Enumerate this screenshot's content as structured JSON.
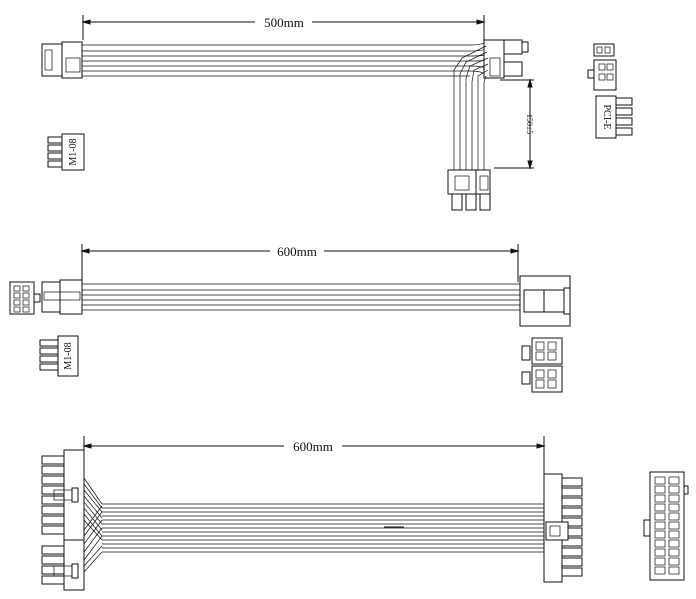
{
  "cables": [
    {
      "dimension": "500mm",
      "side_dimension": "150±5",
      "connector_label_left": "M1-08",
      "connector_label_right": "PCI-E"
    },
    {
      "dimension": "600mm",
      "connector_label_left": "M1-08"
    },
    {
      "dimension": "600mm"
    }
  ]
}
